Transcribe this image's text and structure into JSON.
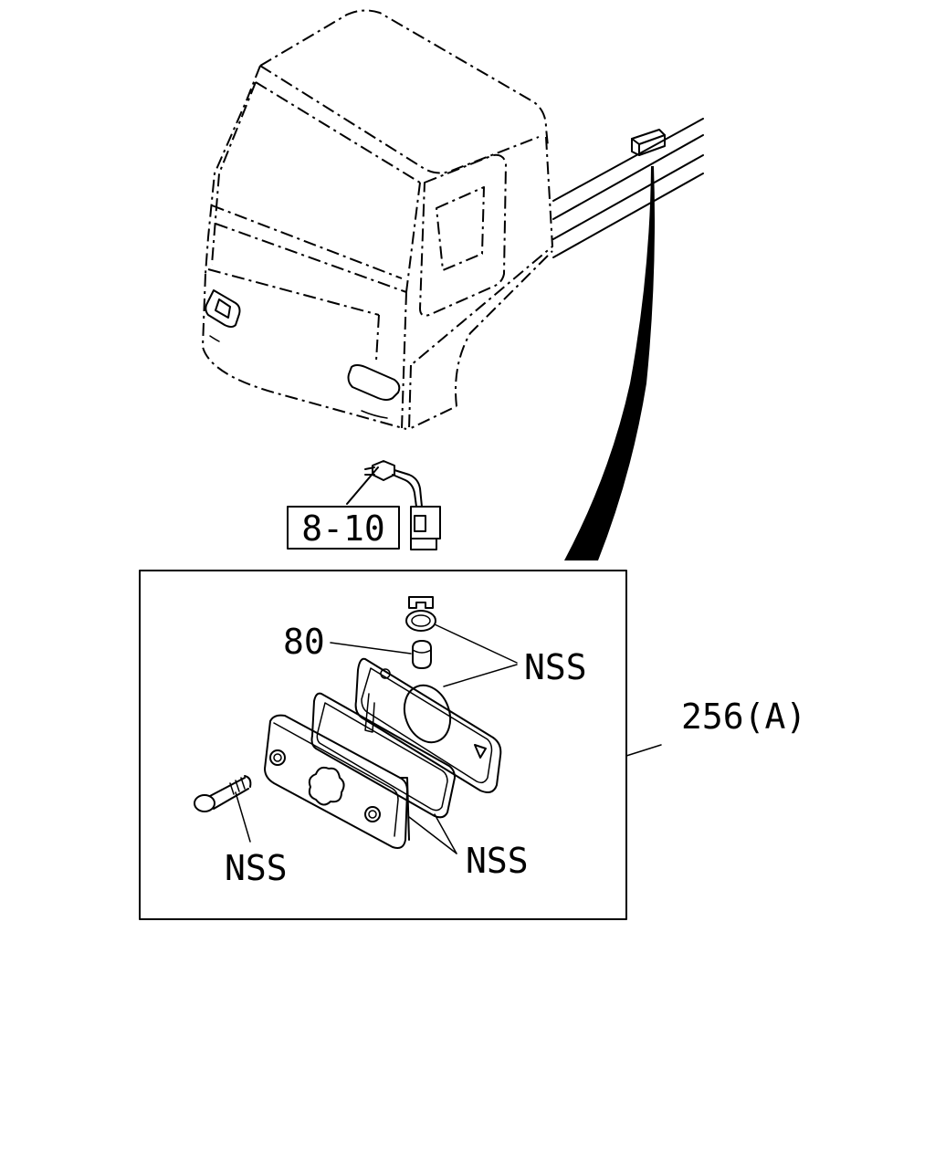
{
  "diagram": {
    "ref_box_label": "8-10",
    "callouts": {
      "bulb": "80",
      "socket_nss": "NSS",
      "assembly": "256(A)",
      "screw_nss": "NSS",
      "lens_gasket_nss": "NSS"
    }
  }
}
